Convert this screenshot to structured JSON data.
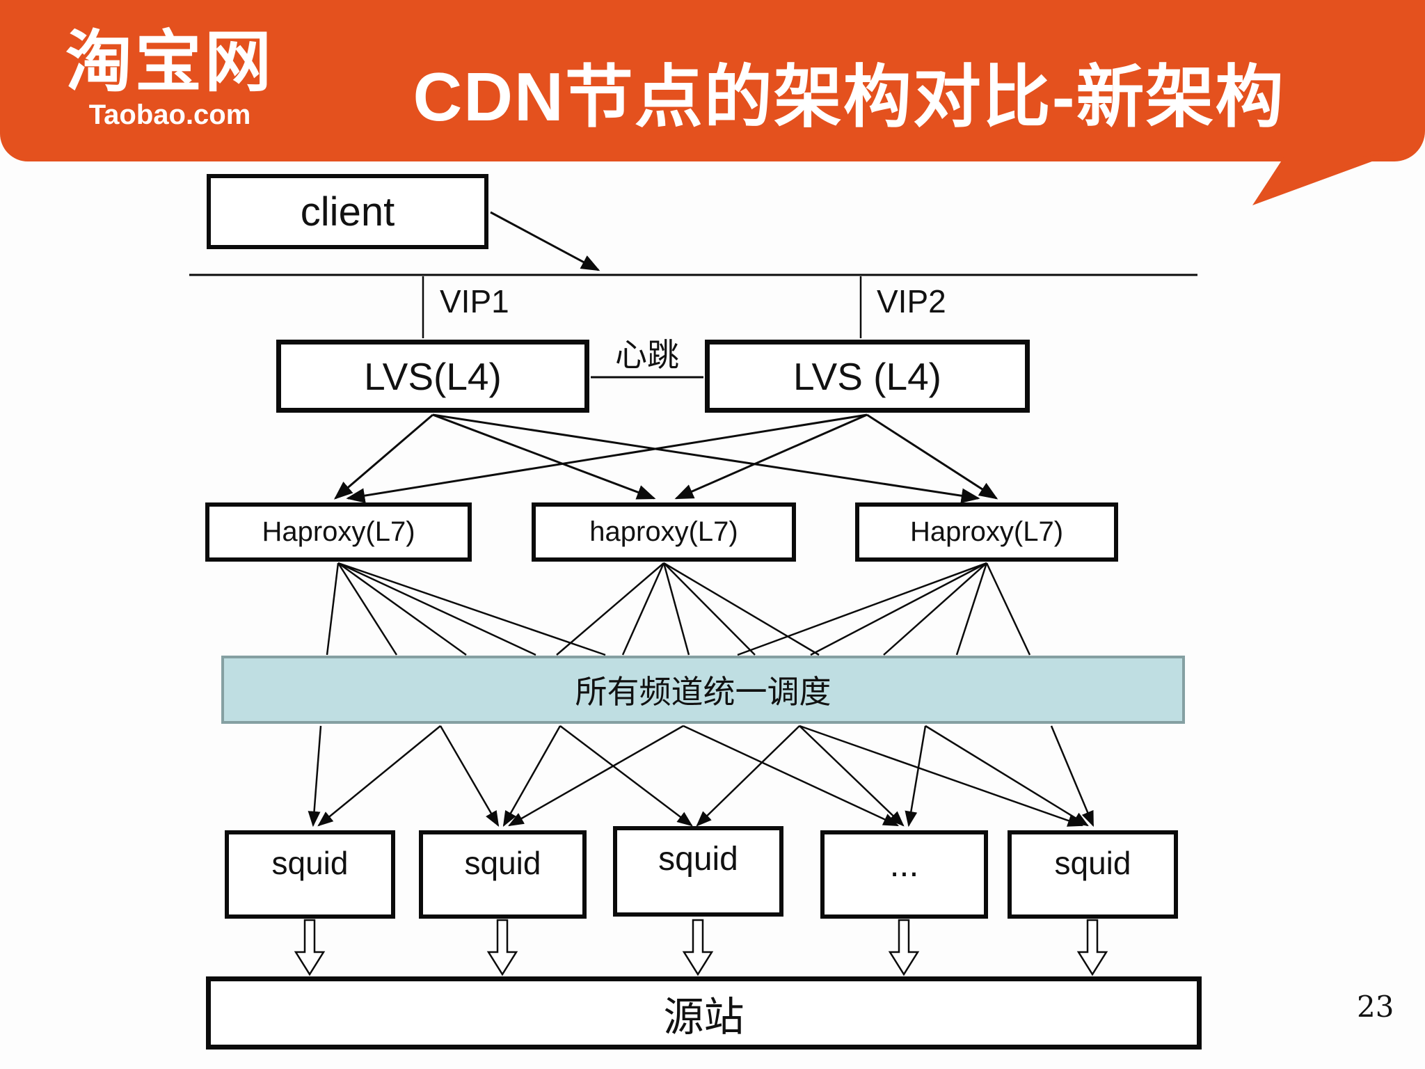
{
  "header": {
    "logo_line1": "淘宝网",
    "logo_line2": "Taobao.com",
    "title": "CDN节点的架构对比-新架构"
  },
  "diagram": {
    "client_label": "client",
    "vip1_label": "VIP1",
    "vip2_label": "VIP2",
    "heartbeat_label": "心跳",
    "lvs_left_label": "LVS(L4)",
    "lvs_right_label": "LVS (L4)",
    "haproxy_labels": [
      "Haproxy(L7)",
      "haproxy(L7)",
      "Haproxy(L7)"
    ],
    "scheduler_label": "所有频道统一调度",
    "squid_labels": [
      "squid",
      "squid",
      "squid",
      "...",
      "squid"
    ],
    "origin_label": "源站"
  },
  "page_number": "23",
  "colors": {
    "banner": "#e4511e",
    "sched_fill": "#bfdee2",
    "sched_border": "#85a0a2"
  }
}
